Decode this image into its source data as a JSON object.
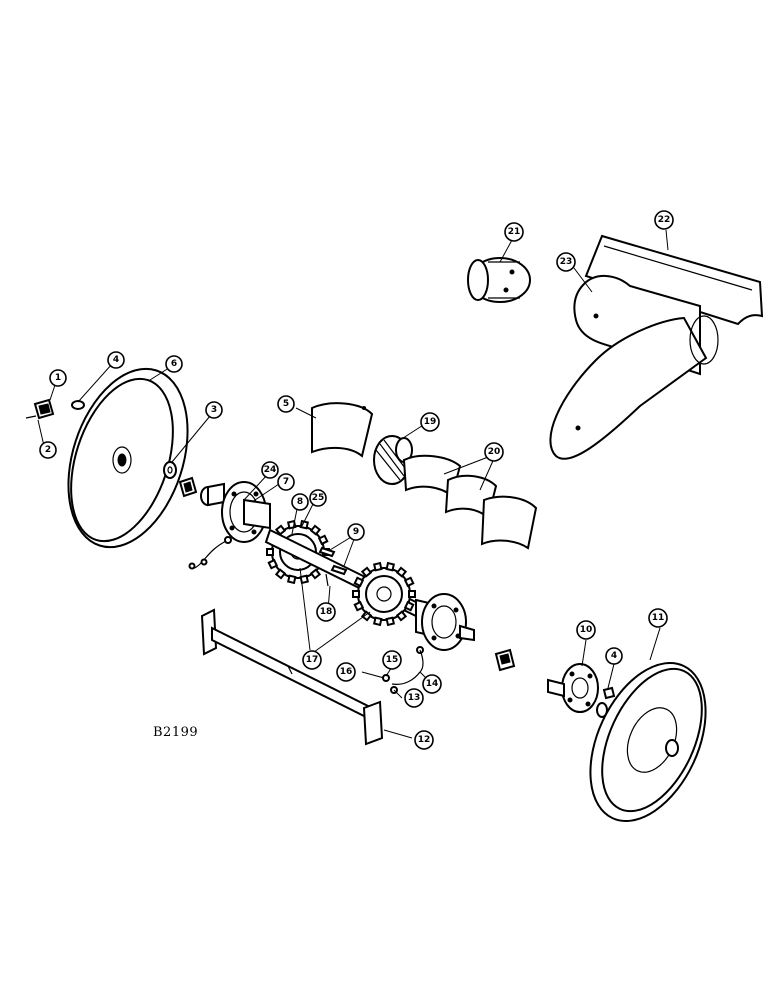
{
  "figure": {
    "code": "B2199"
  },
  "callouts": [
    {
      "id": "c1",
      "label": "1"
    },
    {
      "id": "c2",
      "label": "2"
    },
    {
      "id": "c3",
      "label": "3"
    },
    {
      "id": "c4a",
      "label": "4"
    },
    {
      "id": "c4b",
      "label": "4"
    },
    {
      "id": "c5",
      "label": "5"
    },
    {
      "id": "c6",
      "label": "6"
    },
    {
      "id": "c7",
      "label": "7"
    },
    {
      "id": "c8",
      "label": "8"
    },
    {
      "id": "c9",
      "label": "9"
    },
    {
      "id": "c10",
      "label": "10"
    },
    {
      "id": "c11",
      "label": "11"
    },
    {
      "id": "c12",
      "label": "12"
    },
    {
      "id": "c13",
      "label": "13"
    },
    {
      "id": "c14",
      "label": "14"
    },
    {
      "id": "c15",
      "label": "15"
    },
    {
      "id": "c16",
      "label": "16"
    },
    {
      "id": "c17",
      "label": "17"
    },
    {
      "id": "c18",
      "label": "18"
    },
    {
      "id": "c19",
      "label": "19"
    },
    {
      "id": "c20",
      "label": "20"
    },
    {
      "id": "c21",
      "label": "21"
    },
    {
      "id": "c22",
      "label": "22"
    },
    {
      "id": "c23",
      "label": "23"
    },
    {
      "id": "c24",
      "label": "24"
    },
    {
      "id": "c25",
      "label": "25"
    }
  ]
}
